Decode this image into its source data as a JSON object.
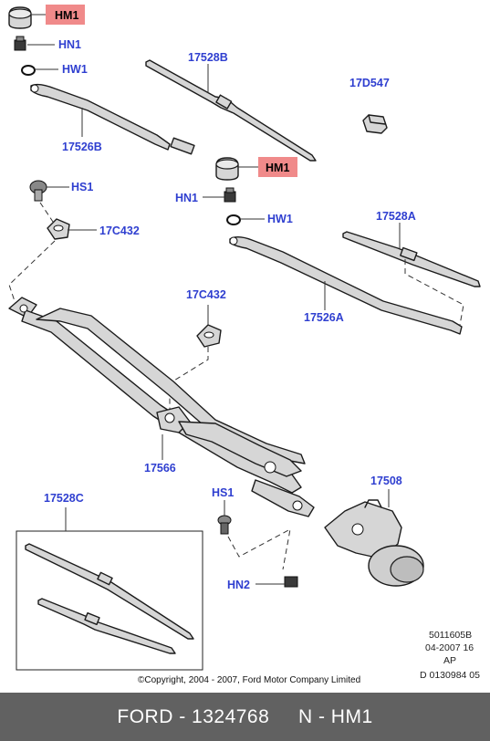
{
  "labels": {
    "hm1_top": "HM1",
    "hn1_top": "HN1",
    "hw1_top": "HW1",
    "p17528b": "17528B",
    "p17d547": "17D547",
    "p17526b": "17526B",
    "hm1_mid": "HM1",
    "hs1_top": "HS1",
    "hn1_mid": "HN1",
    "hw1_mid": "HW1",
    "p17c432_top": "17C432",
    "p17528a": "17528A",
    "p17c432_mid": "17C432",
    "p17526a": "17526A",
    "p17566": "17566",
    "p17528c": "17528C",
    "p17508": "17508",
    "hs1_bot": "HS1",
    "hn2": "HN2"
  },
  "reference": {
    "line1": "5011605B",
    "line2": "04-2007 16",
    "line3": "AP",
    "line4": "D 0130984 05"
  },
  "copyright": "©Copyright, 2004 - 2007, Ford Motor Company Limited",
  "footer": {
    "text": "FORD - 1324768     N - HM1"
  },
  "colors": {
    "label": "#2f3fd0",
    "highlight": "#f08a8a",
    "footer_bg": "#616161",
    "footer_text": "#ffffff"
  }
}
